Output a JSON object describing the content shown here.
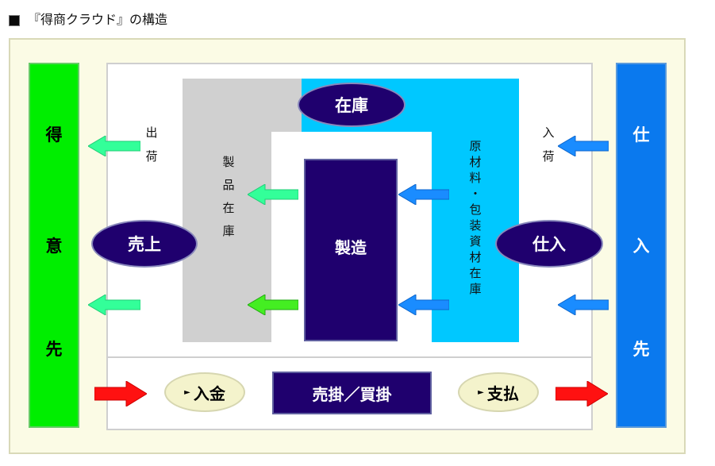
{
  "title": "『得商クラウド』の構造",
  "customer": {
    "chars": [
      "得",
      "意",
      "先"
    ]
  },
  "supplier": {
    "chars": [
      "仕",
      "入",
      "先"
    ]
  },
  "nodes": {
    "inventory": "在庫",
    "sales": "売上",
    "manufacturing": "製造",
    "purchase": "仕入",
    "receivables_payables": "売掛／買掛",
    "receipt": "入金",
    "payment": "支払"
  },
  "labels": {
    "shipping": [
      "出",
      "荷"
    ],
    "receiving": [
      "入",
      "荷"
    ],
    "product_stock": [
      "製",
      "品",
      "在",
      "庫"
    ],
    "material_stock": [
      "原",
      "材",
      "料",
      "・",
      "包",
      "装",
      "資",
      "材",
      "在",
      "庫"
    ]
  },
  "colors": {
    "customer_bar": "#00ee00",
    "supplier_bar": "#0a79ee",
    "product_stock_area": "#d0d0d0",
    "material_stock_area": "#00c8ff",
    "node_fill": "#1f006e",
    "pill_fill": "#f4f3cc",
    "arrow_green": "#33ff99",
    "arrow_green2": "#44ee22",
    "arrow_blue": "#1a8cff",
    "arrow_red": "#ff1111"
  }
}
